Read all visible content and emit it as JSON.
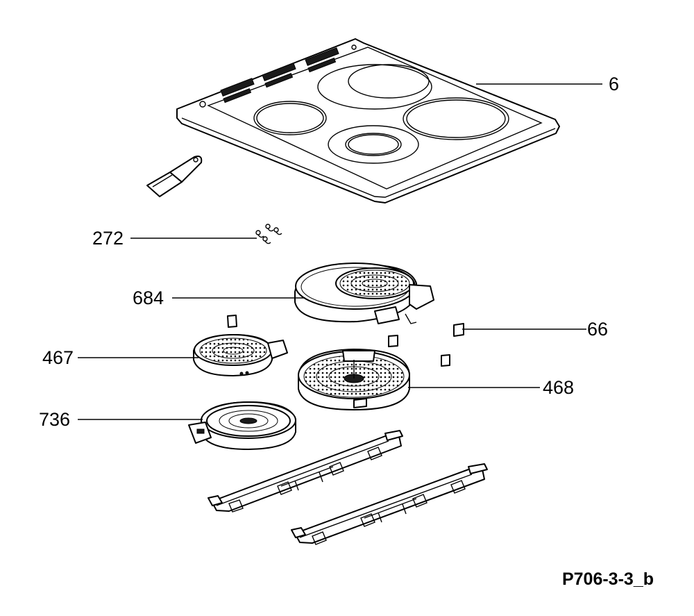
{
  "callouts": {
    "hob_top": "6",
    "screws": "272",
    "zone_684": "684",
    "clips": "66",
    "zone_467": "467",
    "zone_468": "468",
    "zone_736": "736"
  },
  "drawing_id": "P706-3-3_b"
}
